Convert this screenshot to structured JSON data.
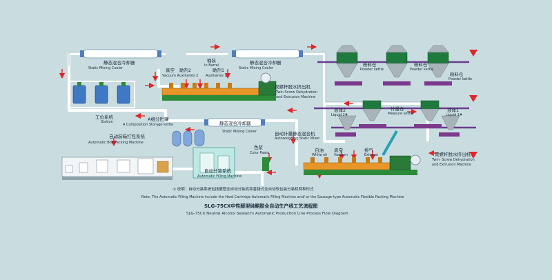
{
  "colors": {
    "background": "#c9dde0",
    "pipe": "#ffffff",
    "pipe_outline": "#7a96a8",
    "flow_arrow": "#e0252b",
    "extruder_body": "#e8962a",
    "extruder_base": "#2e8b3a",
    "kettle_green": "#1f7a3e",
    "kettle_grey": "#9aa6ae",
    "manifold": "#7b3a8c",
    "line_purple": "#6a3c8c",
    "cooler_blue": "#6fa3d6"
  },
  "labels": {
    "static_cooler_left_zh": "静态混合冷却器",
    "static_cooler_left_en": "Static Mixing Cooler",
    "static_cooler_right_zh": "静态混合冷却器",
    "static_cooler_right_en": "Static Mixing Cooler",
    "in_barrel_zh": "桶装",
    "in_barrel_en": "In Barrel",
    "vacuum_zh": "真空",
    "aux2_zh": "助剂2",
    "aux1_zh": "助剂1",
    "vac_aux_en": "Vacuum Auxiliaries 2",
    "aux1_en": "Auxiliaries 1",
    "twin_screw_top_zh": "双螺杆脱水挤出机",
    "twin_screw_top_en1": "Twin Screw Dehydration",
    "twin_screw_top_en2": "and Extrusion Machine",
    "powder_zh_1": "粉料仓",
    "powder_en_1": "Powder kettle",
    "powder_zh_2": "粉料仓",
    "powder_en_2": "Powder kettle",
    "powder_zh_3": "粉料仓",
    "powder_en_3": "Powder kettle",
    "station_zh": "工位系统",
    "station_en": "Station",
    "comp_storage_zh": "A组分贮罐",
    "comp_storage_en": "A Composition Storage kettle",
    "static_cooler_mid_zh": "静态混合冷却器",
    "static_cooler_mid_en": "Static Mixing Cooler",
    "measure_zh": "计量仓",
    "measure_en": "Measure kettle",
    "liquid2_zh": "液体2",
    "liquid2_en": "Liquid 2#",
    "liquid1_zh": "液体1",
    "liquid1_en": "Liquid 1#",
    "auto_static_mixer_zh": "自动计量静态混合机",
    "auto_static_mixer_en": "Autoweighing Static Mixer",
    "box_packing_zh": "自动装箱打包系统",
    "box_packing_en": "Automatic Box Packing Machine",
    "color_paste_zh": "色浆",
    "color_paste_en": "Color Paste",
    "white_oil_zh": "白油",
    "white_oil_en": "White oil",
    "vacuum2_zh": "真空",
    "vacuum2_en": "Vacuum",
    "exhaust_zh": "排气",
    "exhaust_en": "Exhaust",
    "twin_screw_bot_zh": "双螺杆脱水挤出机",
    "twin_screw_bot_en1": "Twin- Screw Dehydration",
    "twin_screw_bot_en2": "and Extrusion Machine",
    "filling_zh": "自动分装系统",
    "filling_en": "Automatic Filling Machine",
    "note_zh": "① 说明：自动分装系统包括硬管全自动分装机和香肠式全自动软包装分装机两种形式",
    "note_en": "Note: The Automatic Filling Machine include the Hard Cartridge Automatic Filling Machine and/ or the Sausage-type Automatic Flexible Packing Machine",
    "title_zh": "SLG-75CX中性醇型硅酮胶全自动生产线工艺流程图",
    "title_en": "SLG-75CX Neutral Alcohol Sealant's Automatic Production Line Process Flow Diagram"
  }
}
